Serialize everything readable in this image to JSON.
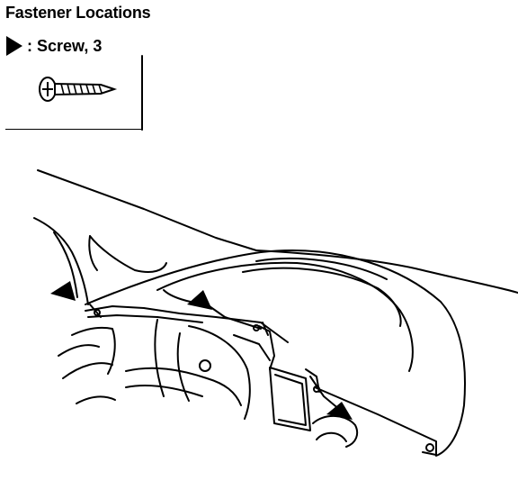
{
  "header": {
    "title": "Fastener Locations"
  },
  "legend": {
    "marker_icon": "triangle-arrow-icon",
    "label": ": Screw, 3"
  },
  "diagram": {
    "subject": "instrument-panel-upper-cover",
    "marker_count": 3,
    "colors": {
      "ink": "#000000",
      "paper": "#ffffff"
    }
  }
}
